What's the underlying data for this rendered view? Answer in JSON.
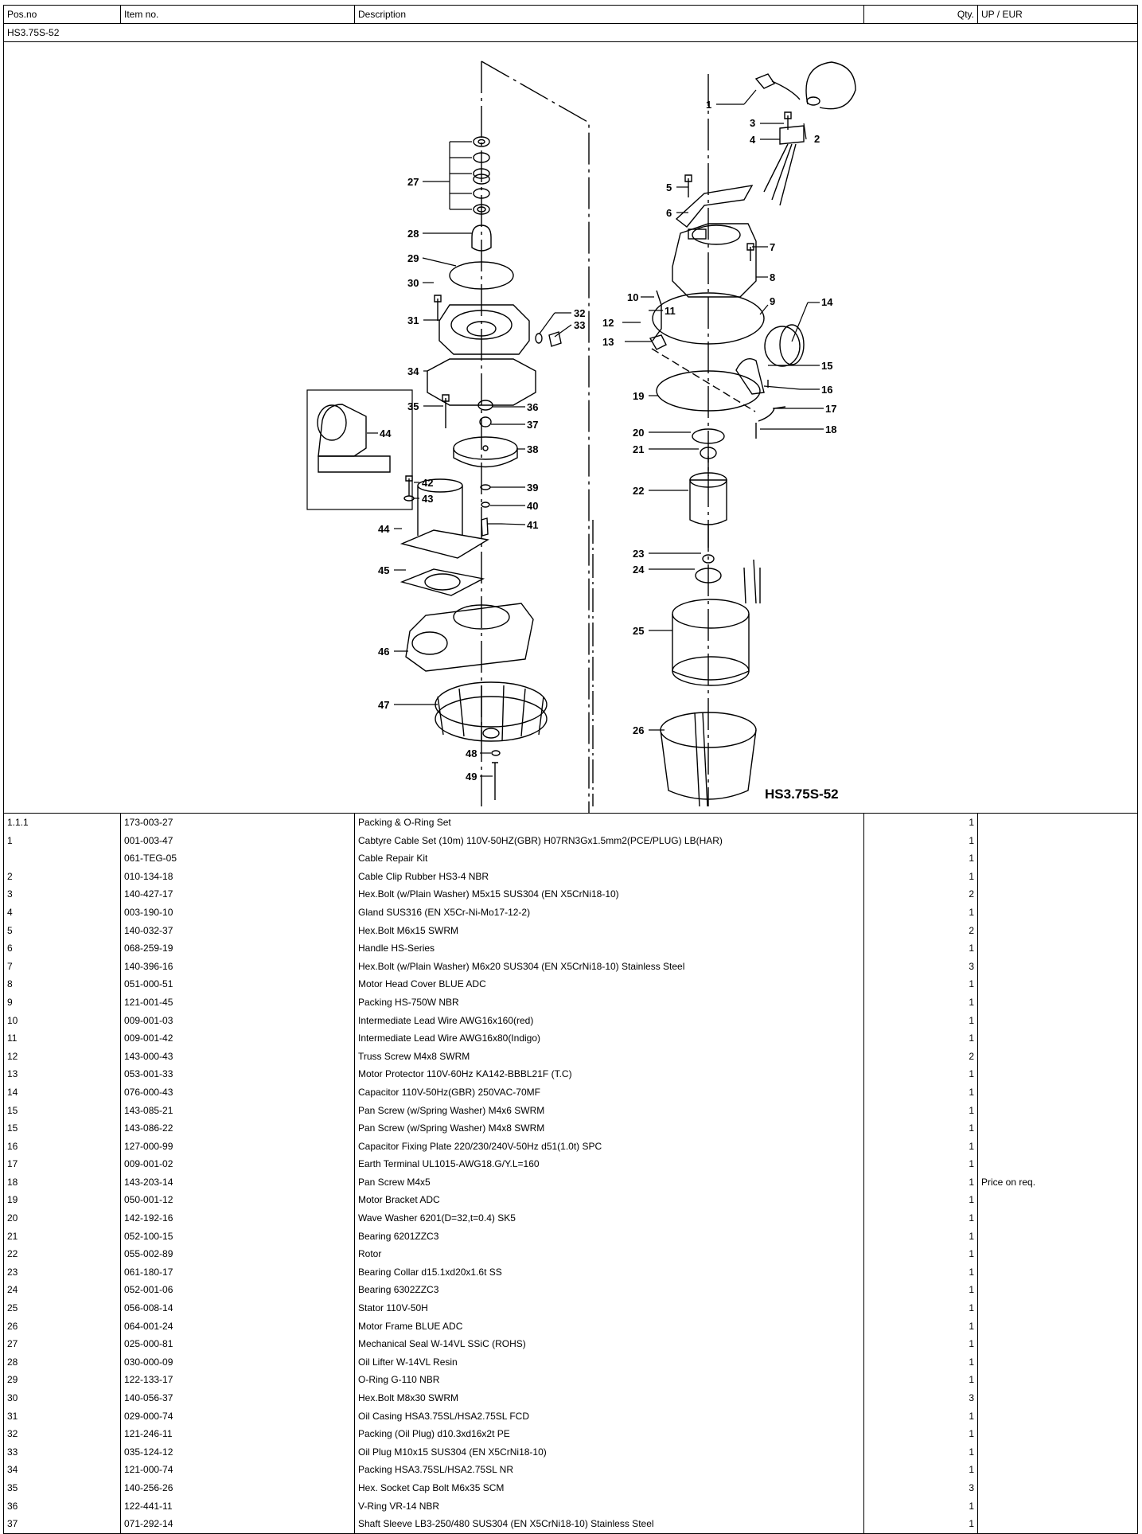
{
  "header": {
    "pos_no": "Pos.no",
    "item_no": "Item no.",
    "description": "Description",
    "qty": "Qty.",
    "price": "UP / EUR"
  },
  "model": "HS3.75S-52",
  "figure": {
    "caption": "HS3.75S-52",
    "callouts": [
      "1",
      "2",
      "3",
      "4",
      "5",
      "6",
      "7",
      "8",
      "9",
      "10",
      "11",
      "12",
      "13",
      "14",
      "15",
      "16",
      "17",
      "18",
      "19",
      "20",
      "21",
      "22",
      "23",
      "24",
      "25",
      "26",
      "27",
      "28",
      "29",
      "30",
      "31",
      "32",
      "33",
      "34",
      "35",
      "36",
      "37",
      "38",
      "39",
      "40",
      "41",
      "42",
      "43",
      "44",
      "44",
      "45",
      "46",
      "47",
      "48",
      "49"
    ]
  },
  "rows": [
    {
      "pos": "1.1.1",
      "item": "173-003-27",
      "desc": "Packing & O-Ring Set",
      "qty": "1",
      "price": ""
    },
    {
      "pos": "1",
      "item": "001-003-47",
      "desc": "Cabtyre Cable Set (10m) 110V-50HZ(GBR) H07RN3Gx1.5mm2(PCE/PLUG) LB(HAR)",
      "qty": "1",
      "price": ""
    },
    {
      "pos": "",
      "item": "061-TEG-05",
      "desc": "Cable Repair Kit",
      "qty": "1",
      "price": ""
    },
    {
      "pos": "2",
      "item": "010-134-18",
      "desc": "Cable Clip Rubber HS3-4 NBR",
      "qty": "1",
      "price": ""
    },
    {
      "pos": "3",
      "item": "140-427-17",
      "desc": "Hex.Bolt (w/Plain Washer) M5x15 SUS304 (EN X5CrNi18-10)",
      "qty": "2",
      "price": ""
    },
    {
      "pos": "4",
      "item": "003-190-10",
      "desc": "Gland  SUS316 (EN X5Cr-Ni-Mo17-12-2)",
      "qty": "1",
      "price": ""
    },
    {
      "pos": "5",
      "item": "140-032-37",
      "desc": "Hex.Bolt M6x15 SWRM",
      "qty": "2",
      "price": ""
    },
    {
      "pos": "6",
      "item": "068-259-19",
      "desc": "Handle HS-Series",
      "qty": "1",
      "price": ""
    },
    {
      "pos": "7",
      "item": "140-396-16",
      "desc": "Hex.Bolt (w/Plain Washer) M6x20 SUS304 (EN X5CrNi18-10) Stainless Steel",
      "qty": "3",
      "price": ""
    },
    {
      "pos": "8",
      "item": "051-000-51",
      "desc": "Motor Head Cover BLUE ADC",
      "qty": "1",
      "price": ""
    },
    {
      "pos": "9",
      "item": "121-001-45",
      "desc": "Packing HS-750W NBR",
      "qty": "1",
      "price": ""
    },
    {
      "pos": "10",
      "item": "009-001-03",
      "desc": "Intermediate Lead Wire AWG16x160(red)",
      "qty": "1",
      "price": ""
    },
    {
      "pos": "11",
      "item": "009-001-42",
      "desc": "Intermediate Lead Wire AWG16x80(Indigo)",
      "qty": "1",
      "price": ""
    },
    {
      "pos": "12",
      "item": "143-000-43",
      "desc": "Truss Screw M4x8 SWRM",
      "qty": "2",
      "price": ""
    },
    {
      "pos": "13",
      "item": "053-001-33",
      "desc": "Motor Protector 110V-60Hz KA142-BBBL21F (T.C)",
      "qty": "1",
      "price": ""
    },
    {
      "pos": "14",
      "item": "076-000-43",
      "desc": "Capacitor 110V-50Hz(GBR) 250VAC-70MF",
      "qty": "1",
      "price": ""
    },
    {
      "pos": "15",
      "item": "143-085-21",
      "desc": "Pan Screw (w/Spring Washer) M4x6 SWRM",
      "qty": "1",
      "price": ""
    },
    {
      "pos": "15",
      "item": "143-086-22",
      "desc": "Pan Screw (w/Spring Washer) M4x8 SWRM",
      "qty": "1",
      "price": ""
    },
    {
      "pos": "16",
      "item": "127-000-99",
      "desc": "Capacitor Fixing Plate 220/230/240V-50Hz d51(1.0t) SPC",
      "qty": "1",
      "price": ""
    },
    {
      "pos": "17",
      "item": "009-001-02",
      "desc": "Earth Terminal UL1015-AWG18.G/Y.L=160",
      "qty": "1",
      "price": ""
    },
    {
      "pos": "18",
      "item": "143-203-14",
      "desc": "Pan Screw M4x5",
      "qty": "1",
      "price": "Price on req."
    },
    {
      "pos": "19",
      "item": "050-001-12",
      "desc": "Motor Bracket  ADC",
      "qty": "1",
      "price": ""
    },
    {
      "pos": "20",
      "item": "142-192-16",
      "desc": "Wave Washer 6201(D=32,t=0.4) SK5",
      "qty": "1",
      "price": ""
    },
    {
      "pos": "21",
      "item": "052-100-15",
      "desc": "Bearing 6201ZZC3",
      "qty": "1",
      "price": ""
    },
    {
      "pos": "22",
      "item": "055-002-89",
      "desc": "Rotor",
      "qty": "1",
      "price": ""
    },
    {
      "pos": "23",
      "item": "061-180-17",
      "desc": "Bearing Collar d15.1xd20x1.6t SS",
      "qty": "1",
      "price": ""
    },
    {
      "pos": "24",
      "item": "052-001-06",
      "desc": "Bearing 6302ZZC3",
      "qty": "1",
      "price": ""
    },
    {
      "pos": "25",
      "item": "056-008-14",
      "desc": "Stator 110V-50H",
      "qty": "1",
      "price": ""
    },
    {
      "pos": "26",
      "item": "064-001-24",
      "desc": "Motor Frame BLUE ADC",
      "qty": "1",
      "price": ""
    },
    {
      "pos": "27",
      "item": "025-000-81",
      "desc": "Mechanical Seal W-14VL SSiC (ROHS)",
      "qty": "1",
      "price": ""
    },
    {
      "pos": "28",
      "item": "030-000-09",
      "desc": "Oil Lifter W-14VL Resin",
      "qty": "1",
      "price": ""
    },
    {
      "pos": "29",
      "item": "122-133-17",
      "desc": "O-Ring G-110 NBR",
      "qty": "1",
      "price": ""
    },
    {
      "pos": "30",
      "item": "140-056-37",
      "desc": "Hex.Bolt M8x30 SWRM",
      "qty": "3",
      "price": ""
    },
    {
      "pos": "31",
      "item": "029-000-74",
      "desc": "Oil Casing HSA3.75SL/HSA2.75SL FCD",
      "qty": "1",
      "price": ""
    },
    {
      "pos": "32",
      "item": "121-246-11",
      "desc": "Packing (Oil Plug) d10.3xd16x2t PE",
      "qty": "1",
      "price": ""
    },
    {
      "pos": "33",
      "item": "035-124-12",
      "desc": "Oil Plug M10x15 SUS304 (EN X5CrNi18-10)",
      "qty": "1",
      "price": ""
    },
    {
      "pos": "34",
      "item": "121-000-74",
      "desc": "Packing HSA3.75SL/HSA2.75SL NR",
      "qty": "1",
      "price": ""
    },
    {
      "pos": "35",
      "item": "140-256-26",
      "desc": "Hex. Socket Cap Bolt M6x35 SCM",
      "qty": "3",
      "price": ""
    },
    {
      "pos": "36",
      "item": "122-441-11",
      "desc": "V-Ring VR-14 NBR",
      "qty": "1",
      "price": ""
    },
    {
      "pos": "37",
      "item": "071-292-14",
      "desc": "Shaft Sleeve LB3-250/480 SUS304 (EN X5CrNi18-10) Stainless Steel",
      "qty": "1",
      "price": ""
    }
  ]
}
